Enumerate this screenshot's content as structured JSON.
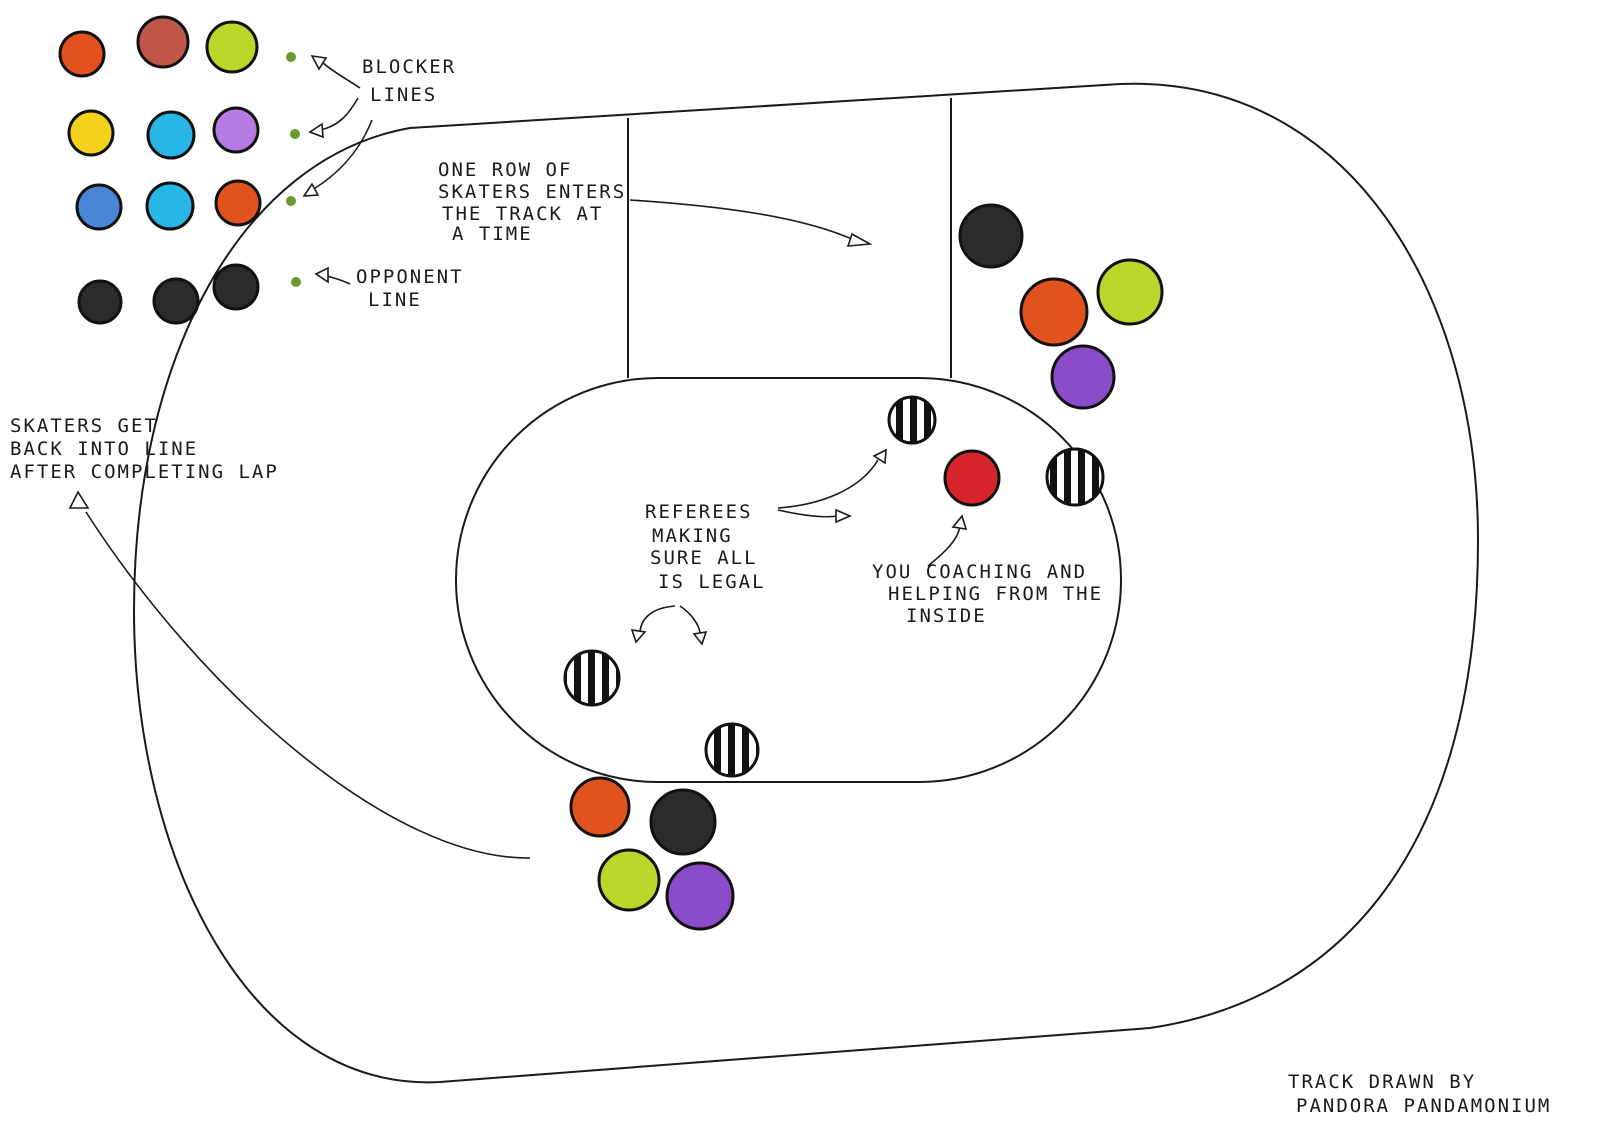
{
  "labels": {
    "blocker": [
      "BLOCKER",
      "LINES"
    ],
    "opponent": [
      "OPPONENT",
      "LINE"
    ],
    "enters": [
      "ONE ROW OF",
      "SKATERS ENTERS",
      "THE TRACK AT",
      "A TIME"
    ],
    "back": [
      "SKATERS GET",
      "BACK INTO LINE",
      "AFTER COMPLETING LAP"
    ],
    "referees": [
      "REFEREES",
      "MAKING",
      "SURE ALL",
      "IS LEGAL"
    ],
    "you": [
      "YOU COACHING AND",
      "HELPING FROM THE",
      "INSIDE"
    ],
    "credit": [
      "TRACK DRAWN BY",
      "PANDORA PANDAMONIUM"
    ]
  },
  "colors": {
    "orange": "#e2521e",
    "brown": "#c0574a",
    "lime": "#bcd72a",
    "yellow": "#f3d21c",
    "cyan": "#27b6e6",
    "lavender": "#b57be3",
    "blue": "#4a86d6",
    "black": "#2b2b2b",
    "red": "#d7262b",
    "purple": "#8a4cc8"
  }
}
